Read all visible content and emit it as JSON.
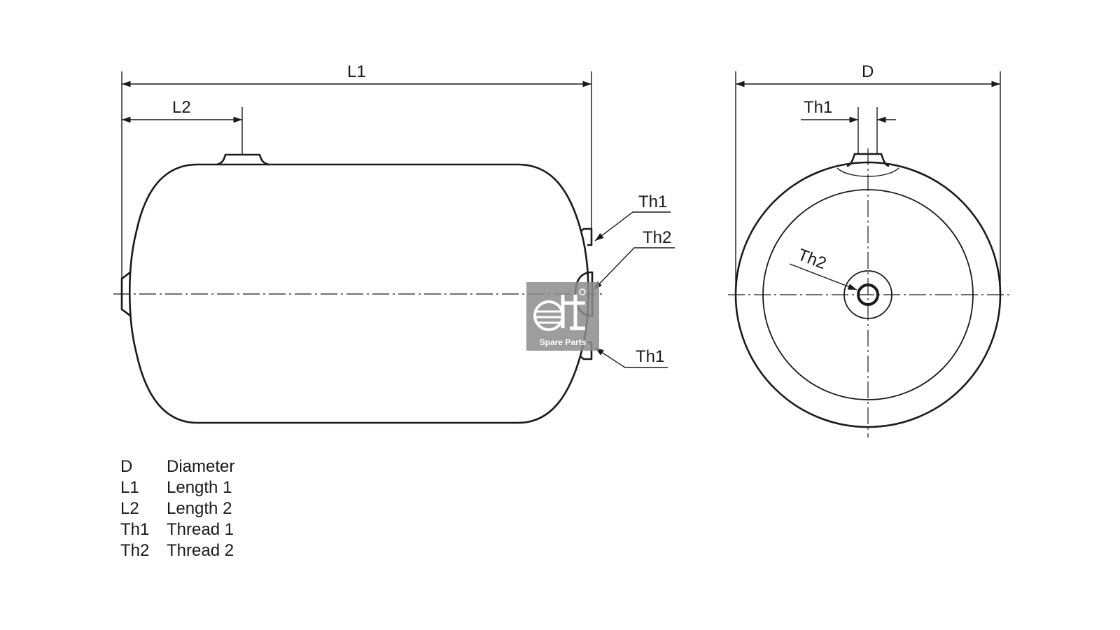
{
  "labels": {
    "L1": "L1",
    "L2": "L2",
    "D": "D",
    "Th1": "Th1",
    "Th2": "Th2"
  },
  "legend": [
    {
      "code": "D",
      "desc": "Diameter"
    },
    {
      "code": "L1",
      "desc": "Length 1"
    },
    {
      "code": "L2",
      "desc": "Length 2"
    },
    {
      "code": "Th1",
      "desc": "Thread 1"
    },
    {
      "code": "Th2",
      "desc": "Thread 2"
    }
  ],
  "watermark": {
    "text": "Spare Parts",
    "color": "#8c8c8c"
  }
}
